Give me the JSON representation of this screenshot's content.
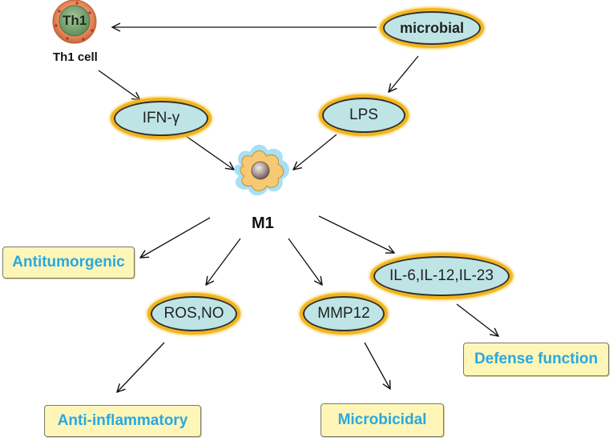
{
  "nodes": {
    "th1": {
      "icon_text": "Th1",
      "caption": "Th1 cell"
    },
    "microbial": "microbial",
    "ifn": "IFN-γ",
    "lps": "LPS",
    "m1": "M1",
    "ros": "ROS,NO",
    "mmp": "MMP12",
    "il": "IL-6,IL-12,IL-23"
  },
  "outcomes": {
    "antitumorgenic": "Antitumorgenic",
    "anti_inflammatory": "Anti-inflammatory",
    "microbicidal": "Microbicidal",
    "defense": "Defense function"
  },
  "colors": {
    "outcome_text": "#29a8e0",
    "outcome_fill": "#fdf6b8",
    "node_fill": "#bfe4e6",
    "node_ring": "#f2b51c",
    "th1_outer": "#e98a5e",
    "th1_inner": "#6f9a6a",
    "m1_glow": "#5fc6ef",
    "m1_body": "#f6c974"
  },
  "icons": {
    "th1": "th1-cell-icon",
    "m1": "macrophage-icon"
  }
}
